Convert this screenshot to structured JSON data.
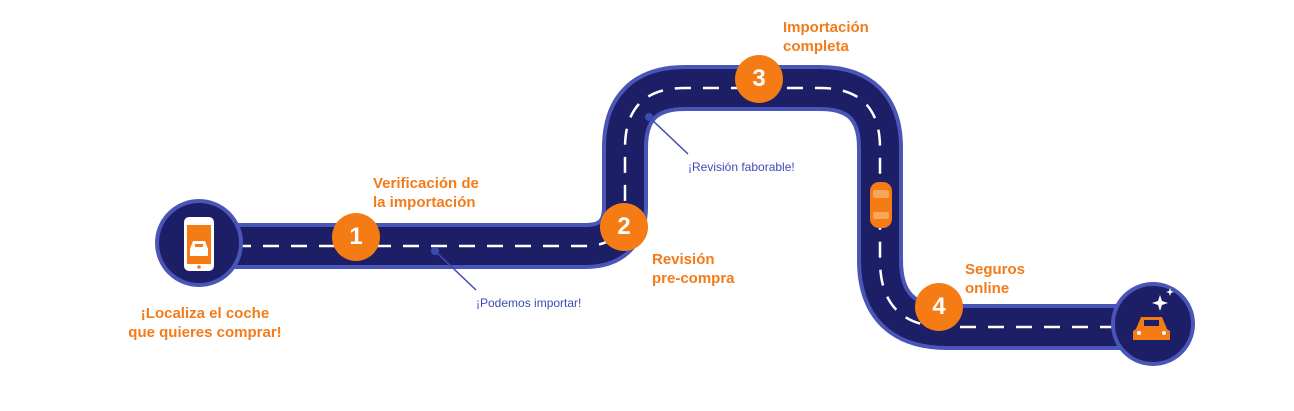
{
  "colors": {
    "road": "#1d1f66",
    "road_border": "#4a55b8",
    "accent": "#f57c15",
    "note": "#3d4bb5",
    "lane": "#ffffff"
  },
  "start": {
    "label_line1": "¡Localiza el coche",
    "label_line2": "que quieres comprar!",
    "icon": "smartphone-car-icon"
  },
  "steps": [
    {
      "number": "1",
      "title_line1": "Verificación de",
      "title_line2": "la importación"
    },
    {
      "number": "2",
      "title_line1": "Revisión",
      "title_line2": "pre-compra"
    },
    {
      "number": "3",
      "title_line1": "Importación",
      "title_line2": "completa"
    },
    {
      "number": "4",
      "title_line1": "Seguros",
      "title_line2": "online"
    }
  ],
  "notes": [
    {
      "text": "¡Podemos importar!"
    },
    {
      "text": "¡Revisión faborable!"
    }
  ],
  "end": {
    "icon": "sparkling-car-icon"
  }
}
